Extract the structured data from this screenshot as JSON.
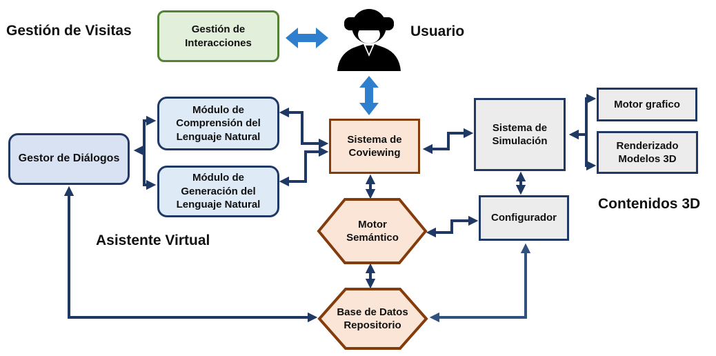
{
  "labels": {
    "gestion_visitas": "Gestión de Visitas",
    "usuario": "Usuario",
    "asistente_virtual": "Asistente Virtual",
    "contenidos_3d": "Contenidos 3D"
  },
  "nodes": {
    "gestion_interacciones": "Gestión de Interacciones",
    "gestor_dialogos": "Gestor de Diálogos",
    "modulo_comprension": "Módulo de Comprensión del Lenguaje Natural",
    "modulo_generacion": "Módulo de Generación del Lenguaje Natural",
    "sistema_coviewing": "Sistema de Coviewing",
    "sistema_simulacion": "Sistema de Simulación",
    "motor_grafico": "Motor grafico",
    "renderizado_modelos": "Renderizado Modelos 3D",
    "configurador": "Configurador",
    "motor_semantico": "Motor Semántico",
    "base_datos_repositorio": "Base de Datos Repositorio"
  },
  "icons": {
    "vr_user": "vr-user-icon",
    "double_arrow_horizontal": "double-arrow-icon",
    "double_arrow_vertical": "double-arrow-icon"
  },
  "colors": {
    "navy": "#1F3864",
    "steel": "#33517E",
    "brown": "#843C0C",
    "peach": "#FBE5D6",
    "green_border": "#538135",
    "green_fill": "#E2EFDA",
    "blue_fill_light": "#DEEAF6",
    "blue_fill": "#D9E2F3",
    "gray_fill": "#ECECEC",
    "arrow_blue": "#2E80CE",
    "text": "#111111"
  }
}
